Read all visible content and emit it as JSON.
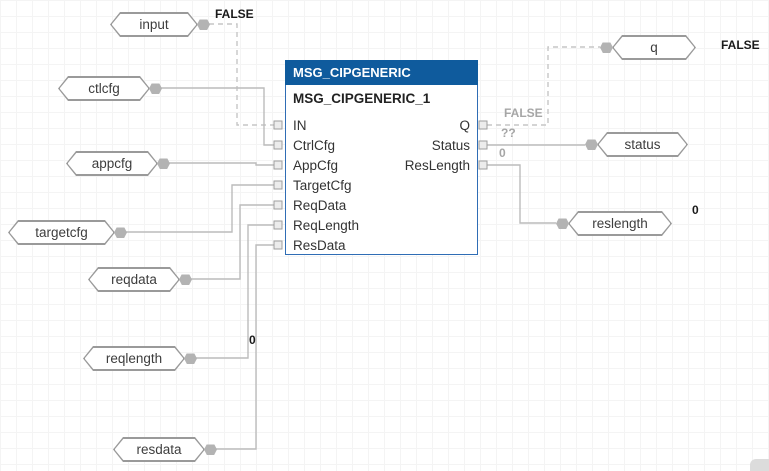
{
  "block": {
    "title": "MSG_CIPGENERIC",
    "instance_name": "MSG_CIPGENERIC_1",
    "input_pins": [
      "IN",
      "CtrlCfg",
      "AppCfg",
      "TargetCfg",
      "ReqData",
      "ReqLength",
      "ResData"
    ],
    "output_pins": [
      "Q",
      "Status",
      "ResLength"
    ]
  },
  "variables": {
    "input": {
      "label": "input",
      "value": "FALSE"
    },
    "ctlcfg": {
      "label": "ctlcfg"
    },
    "appcfg": {
      "label": "appcfg"
    },
    "targetcfg": {
      "label": "targetcfg"
    },
    "reqdata": {
      "label": "reqdata"
    },
    "reqlength": {
      "label": "reqlength",
      "value": "0"
    },
    "resdata": {
      "label": "resdata"
    },
    "q": {
      "label": "q",
      "value": "FALSE"
    },
    "status": {
      "label": "status"
    },
    "reslength": {
      "label": "reslength",
      "value": "0"
    }
  },
  "pin_annotations": {
    "q": "FALSE",
    "status": "??",
    "reslength": "0"
  },
  "colors": {
    "block_header": "#0f5b9d",
    "block_border": "#2f6db5",
    "wire": "#bcbcbc",
    "tag_border": "#9a9a9a",
    "value_text": "#1a1a1a",
    "annotation_text": "#a6a6a6"
  }
}
